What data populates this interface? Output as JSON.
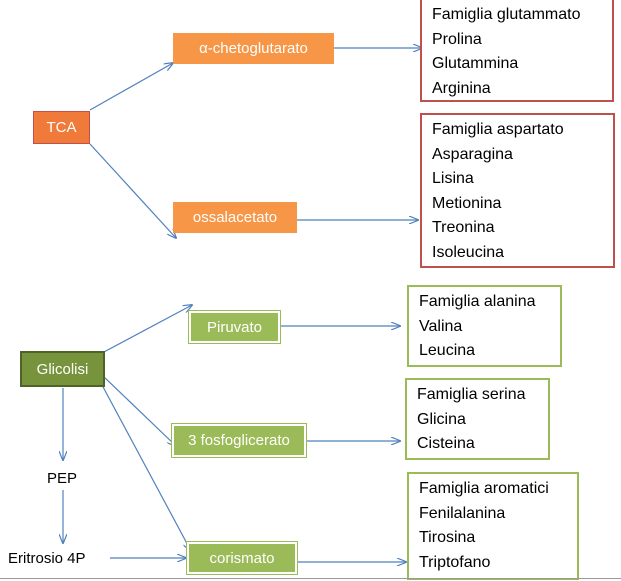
{
  "nodes": {
    "tca": "TCA",
    "chetoglutarato": "α-chetoglutarato",
    "ossalacetato": "ossalacetato",
    "glicolisi": "Glicolisi",
    "piruvato": "Piruvato",
    "fosfoglicerato": "3 fosfoglicerato",
    "corismato": "corismato",
    "pep": "PEP",
    "eritrosio": "Eritrosio 4P"
  },
  "lists": {
    "glutammato": [
      "Famiglia glutammato",
      "Prolina",
      "Glutammina",
      "Arginina"
    ],
    "aspartato": [
      "Famiglia aspartato",
      "Asparagina",
      "Lisina",
      "Metionina",
      "Treonina",
      "Isoleucina"
    ],
    "alanina": [
      "Famiglia alanina",
      "Valina",
      "Leucina"
    ],
    "serina": [
      "Famiglia serina",
      "Glicina",
      "Cisteina"
    ],
    "aromatici": [
      "Famiglia aromatici",
      "Fenilalanina",
      "Tirosina",
      "Triptofano"
    ]
  },
  "colors": {
    "orange": "#F79646",
    "green": "#9BBB59",
    "green_dark": "#77933C",
    "red_border": "#C0504D",
    "arrow": "#4F81BD"
  }
}
